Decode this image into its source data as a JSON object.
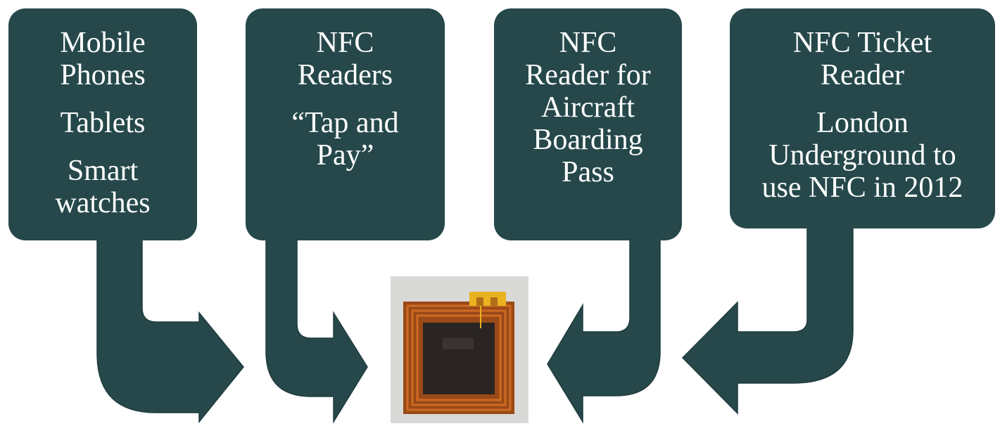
{
  "boxes": [
    {
      "id": "mobile-devices",
      "groups": [
        [
          "Mobile",
          "Phones"
        ],
        [
          "Tablets"
        ],
        [
          "Smart",
          "watches"
        ]
      ]
    },
    {
      "id": "nfc-readers",
      "groups": [
        [
          "NFC",
          "Readers"
        ],
        [
          "“Tap and",
          "Pay”"
        ]
      ]
    },
    {
      "id": "boarding-pass-reader",
      "groups": [
        [
          "NFC",
          "Reader for",
          "Aircraft",
          "Boarding",
          "Pass"
        ]
      ]
    },
    {
      "id": "ticket-reader",
      "groups": [
        [
          "NFC Ticket",
          "Reader"
        ],
        [
          "London",
          "Underground to",
          "use NFC in 2012"
        ]
      ]
    }
  ],
  "colors": {
    "box_fill": "#26484a",
    "box_text": "#ffffff",
    "chip_antenna": "#b8581a",
    "chip_core": "#2a2522",
    "chip_background": "#d9d9d7",
    "chip_contacts": "#e9b320"
  },
  "image": {
    "description": "nfc-tag-antenna-chip"
  }
}
